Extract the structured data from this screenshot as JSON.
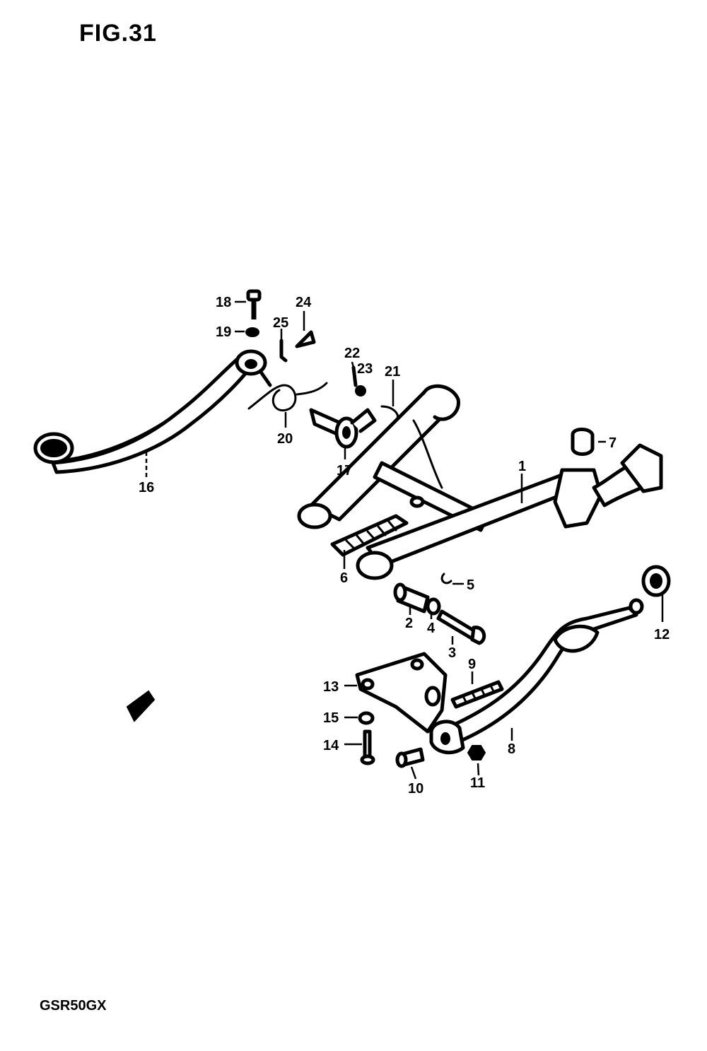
{
  "figure": {
    "title": "FIG.31",
    "model": "GSR50GX"
  },
  "callouts": {
    "c1": "1",
    "c2": "2",
    "c3": "3",
    "c4": "4",
    "c5": "5",
    "c6": "6",
    "c7": "7",
    "c8": "8",
    "c9": "9",
    "c10": "10",
    "c11": "11",
    "c12": "12",
    "c13": "13",
    "c14": "14",
    "c15": "15",
    "c16": "16",
    "c17": "17",
    "c18": "18",
    "c19": "19",
    "c20": "20",
    "c21": "21",
    "c22": "22",
    "c23": "23",
    "c24": "24",
    "c25": "25"
  }
}
